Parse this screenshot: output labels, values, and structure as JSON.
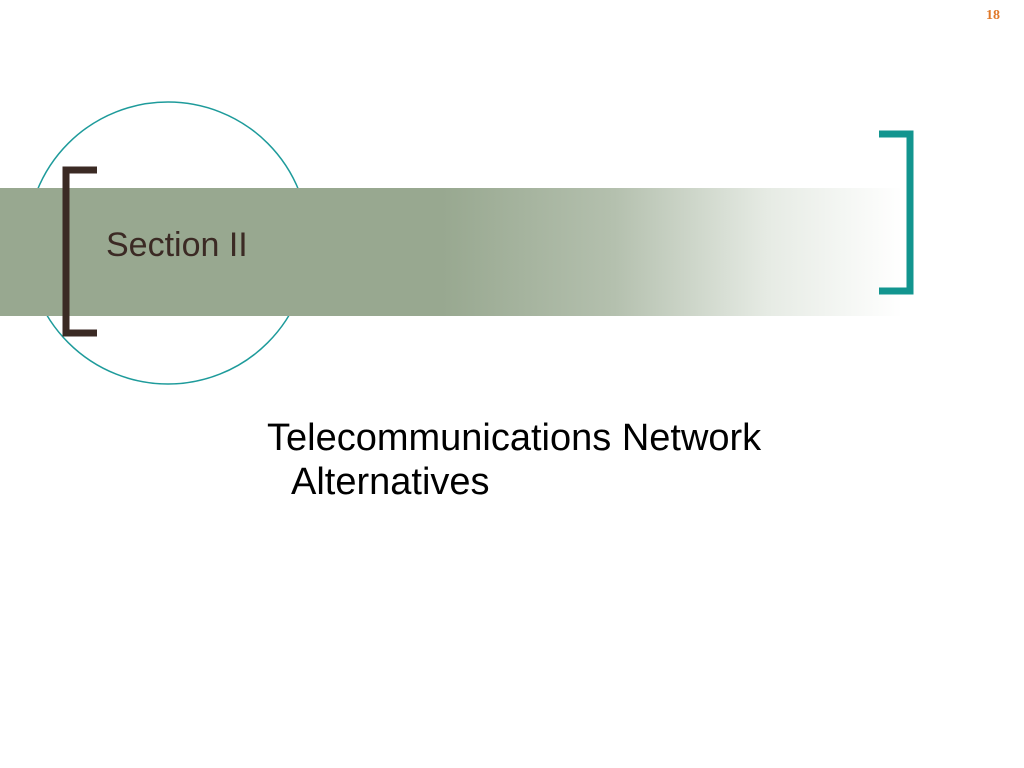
{
  "slide": {
    "page_number": "18",
    "title": "Section II",
    "subtitle_lines": [
      "Telecommunications Network",
      "Alternatives"
    ]
  },
  "colors": {
    "band_green": "#98a890",
    "circle_teal": "#1e9b9b",
    "left_bracket": "#3b2a24",
    "right_bracket": "#12958f",
    "title_text": "#3b2a24",
    "page_number": "#e07828"
  }
}
